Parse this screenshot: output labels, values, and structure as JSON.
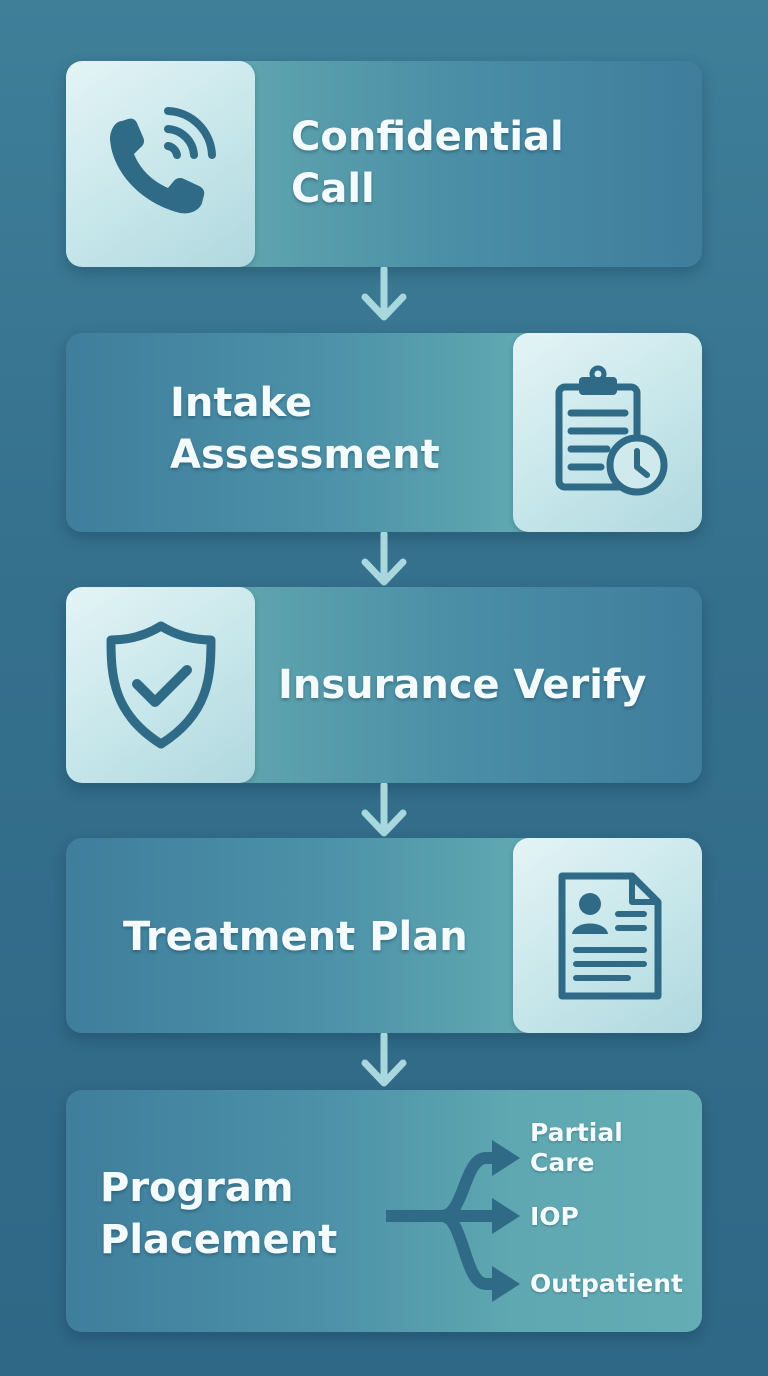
{
  "steps": [
    {
      "title_line1": "Confidential",
      "title_line2": "Call",
      "icon": "phone-icon"
    },
    {
      "title_line1": "Intake",
      "title_line2": "Assessment",
      "icon": "clipboard-clock-icon"
    },
    {
      "title": "Insurance Verify",
      "icon": "shield-check-icon"
    },
    {
      "title": "Treatment Plan",
      "icon": "patient-document-icon"
    },
    {
      "title_line1": "Program",
      "title_line2": "Placement",
      "icon": "branch-arrows-icon"
    }
  ],
  "placement_options": {
    "partial_line1": "Partial",
    "partial_line2": "Care",
    "iop": "IOP",
    "outpatient": "Outpatient"
  },
  "colors": {
    "background": "#346f8c",
    "card_teal": "#5ea3ae",
    "icon_tile": "#c6e6ea",
    "icon_stroke": "#2f6a86",
    "arrow": "#a8d8de",
    "text": "#f4fbfc"
  }
}
